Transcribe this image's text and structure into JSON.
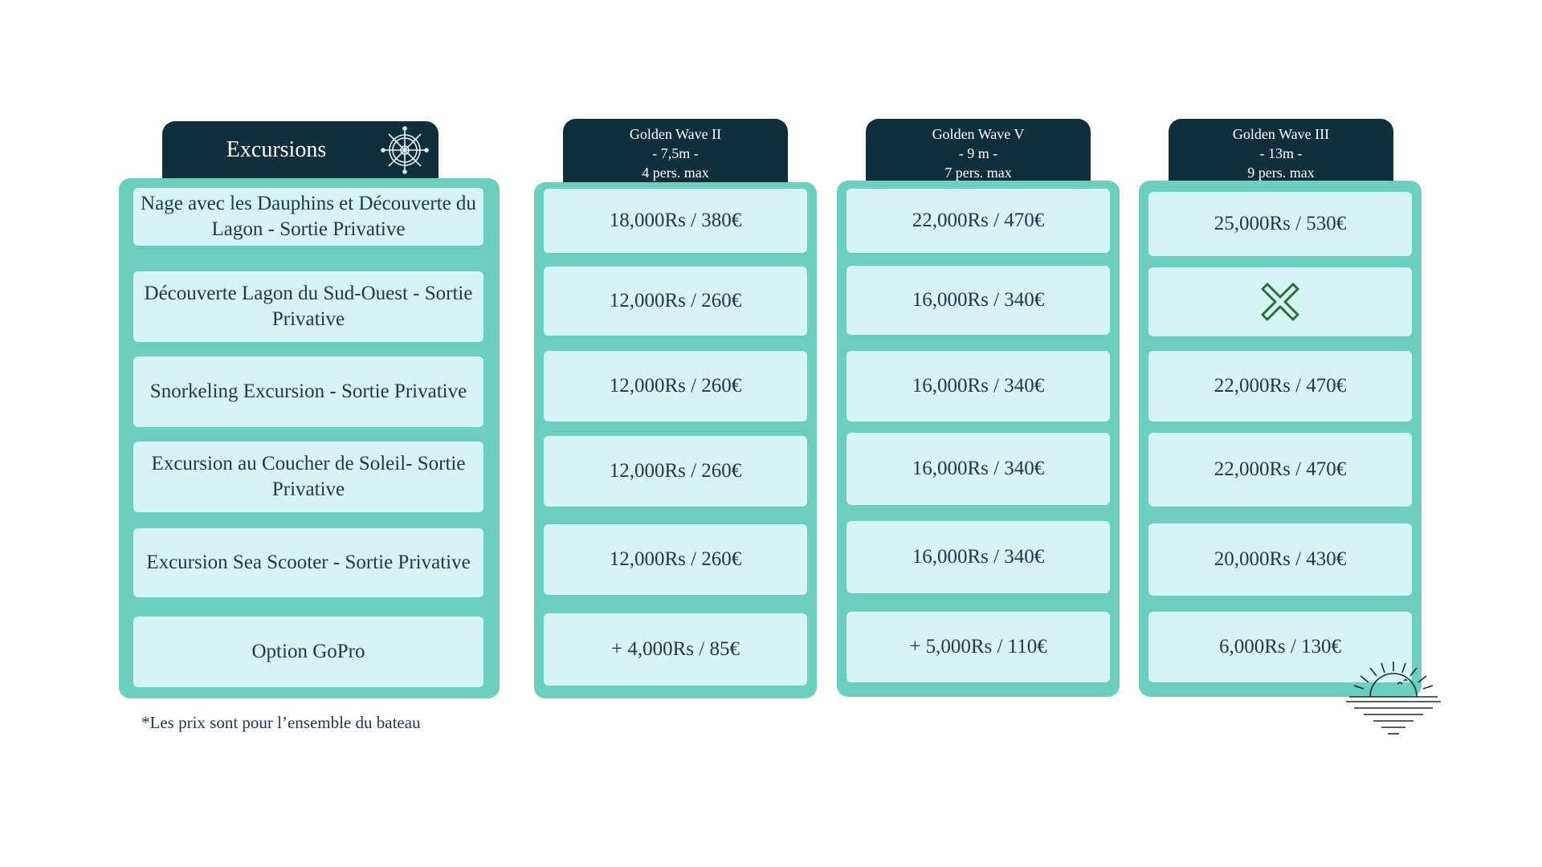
{
  "excursions_header": {
    "title": "Excursions",
    "icon": "ship-wheel-icon"
  },
  "boats": [
    {
      "name": "Golden Wave II",
      "length": "- 7,5m -",
      "capacity": "4 pers. max"
    },
    {
      "name": "Golden Wave V",
      "length": "- 9 m -",
      "capacity": "7 pers. max"
    },
    {
      "name": "Golden Wave III",
      "length": "- 13m -",
      "capacity": "9 pers. max"
    }
  ],
  "excursions": [
    "Nage avec les Dauphins et Découverte du Lagon - Sortie Privative",
    "Découverte Lagon du Sud-Ouest - Sortie Privative",
    "Snorkeling Excursion - Sortie Privative",
    "Excursion au Coucher de Soleil- Sortie Privative",
    "Excursion Sea Scooter - Sortie Privative",
    "Option GoPro"
  ],
  "prices": {
    "golden_wave_ii": [
      "18,000Rs / 380€",
      "12,000Rs / 260€",
      "12,000Rs / 260€",
      "12,000Rs / 260€",
      "12,000Rs / 260€",
      "+ 4,000Rs / 85€"
    ],
    "golden_wave_v": [
      "22,000Rs / 470€",
      "16,000Rs / 340€",
      "16,000Rs / 340€",
      "16,000Rs / 340€",
      "16,000Rs / 340€",
      "+ 5,000Rs / 110€"
    ],
    "golden_wave_iii": [
      "25,000Rs / 530€",
      "",
      "22,000Rs / 470€",
      "22,000Rs / 470€",
      "20,000Rs / 430€",
      "6,000Rs / 130€"
    ]
  },
  "unavailable_icon": "x-icon",
  "footnote": "*Les prix sont pour l’ensemble du bateau",
  "colors": {
    "header_bg": "#0f2f3d",
    "column_bg": "#6ccfbd",
    "cell_bg": "#d5f4f4",
    "text": "#1b3a48",
    "unavailable": "#2a6e3a"
  }
}
